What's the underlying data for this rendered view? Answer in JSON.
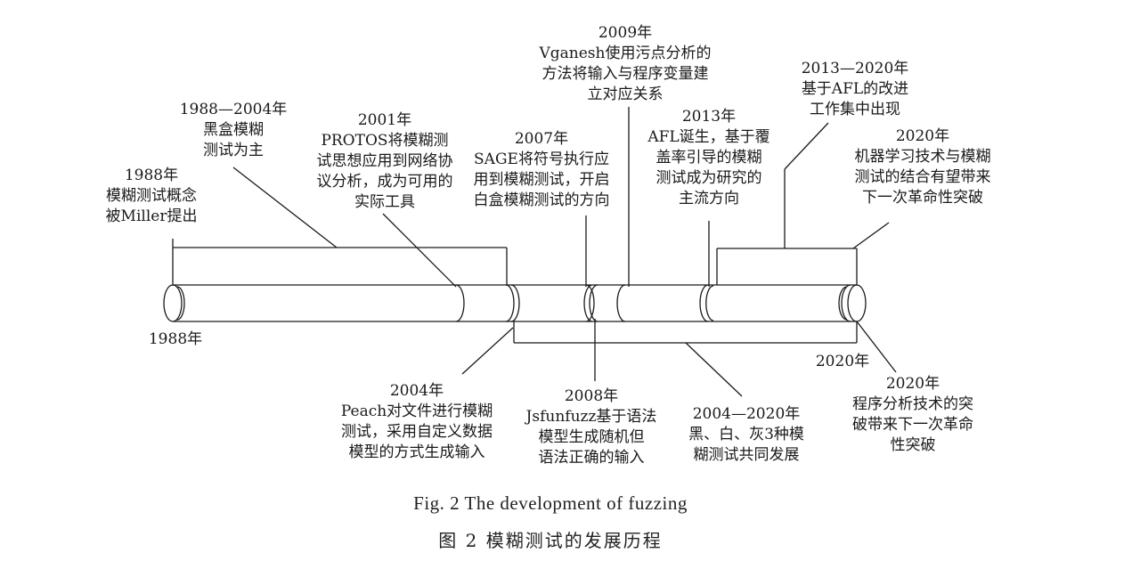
{
  "figure": {
    "caption_en": "Fig. 2   The development of fuzzing",
    "caption_cn": "图 2   模糊测试的发展历程"
  },
  "timeline": {
    "start_label": "1988年",
    "end_label": "2020年"
  },
  "events": [
    {
      "id": "e1988",
      "lines": [
        "1988年",
        "模糊测试概念",
        "被Miller提出"
      ]
    },
    {
      "id": "e1988-2004",
      "lines": [
        "1988—2004年",
        "黑盒模糊",
        "测试为主"
      ]
    },
    {
      "id": "e2001",
      "lines": [
        "2001年",
        "PROTOS将模糊测",
        "试思想应用到网络协",
        "议分析，成为可用的",
        "实际工具"
      ]
    },
    {
      "id": "e2007",
      "lines": [
        "2007年",
        "SAGE将符号执行应",
        "用到模糊测试，开启",
        "白盒模糊测试的方向"
      ]
    },
    {
      "id": "e2009",
      "lines": [
        "2009年",
        "Vganesh使用污点分析的",
        "方法将输入与程序变量建",
        "立对应关系"
      ]
    },
    {
      "id": "e2013",
      "lines": [
        "2013年",
        "AFL诞生，基于覆",
        "盖率引导的模糊",
        "测试成为研究的",
        "主流方向"
      ]
    },
    {
      "id": "e2013-2020",
      "lines": [
        "2013—2020年",
        "基于AFL的改进",
        "工作集中出现"
      ]
    },
    {
      "id": "e2020-ml",
      "lines": [
        "2020年",
        "机器学习技术与模糊",
        "测试的结合有望带来",
        "下一次革命性突破"
      ]
    },
    {
      "id": "e2004",
      "lines": [
        "2004年",
        "Peach对文件进行模糊",
        "测试，采用自定义数据",
        "模型的方式生成输入"
      ]
    },
    {
      "id": "e2008",
      "lines": [
        "2008年",
        "Jsfunfuzz基于语法",
        "模型生成随机但",
        "语法正确的输入"
      ]
    },
    {
      "id": "e2004-2020",
      "lines": [
        "2004—2020年",
        "黑、白、灰3种模",
        "糊测试共同发展"
      ]
    },
    {
      "id": "e2020-pa",
      "lines": [
        "2020年",
        "程序分析技术的突",
        "破带来下一次革命",
        "性突破"
      ]
    }
  ]
}
